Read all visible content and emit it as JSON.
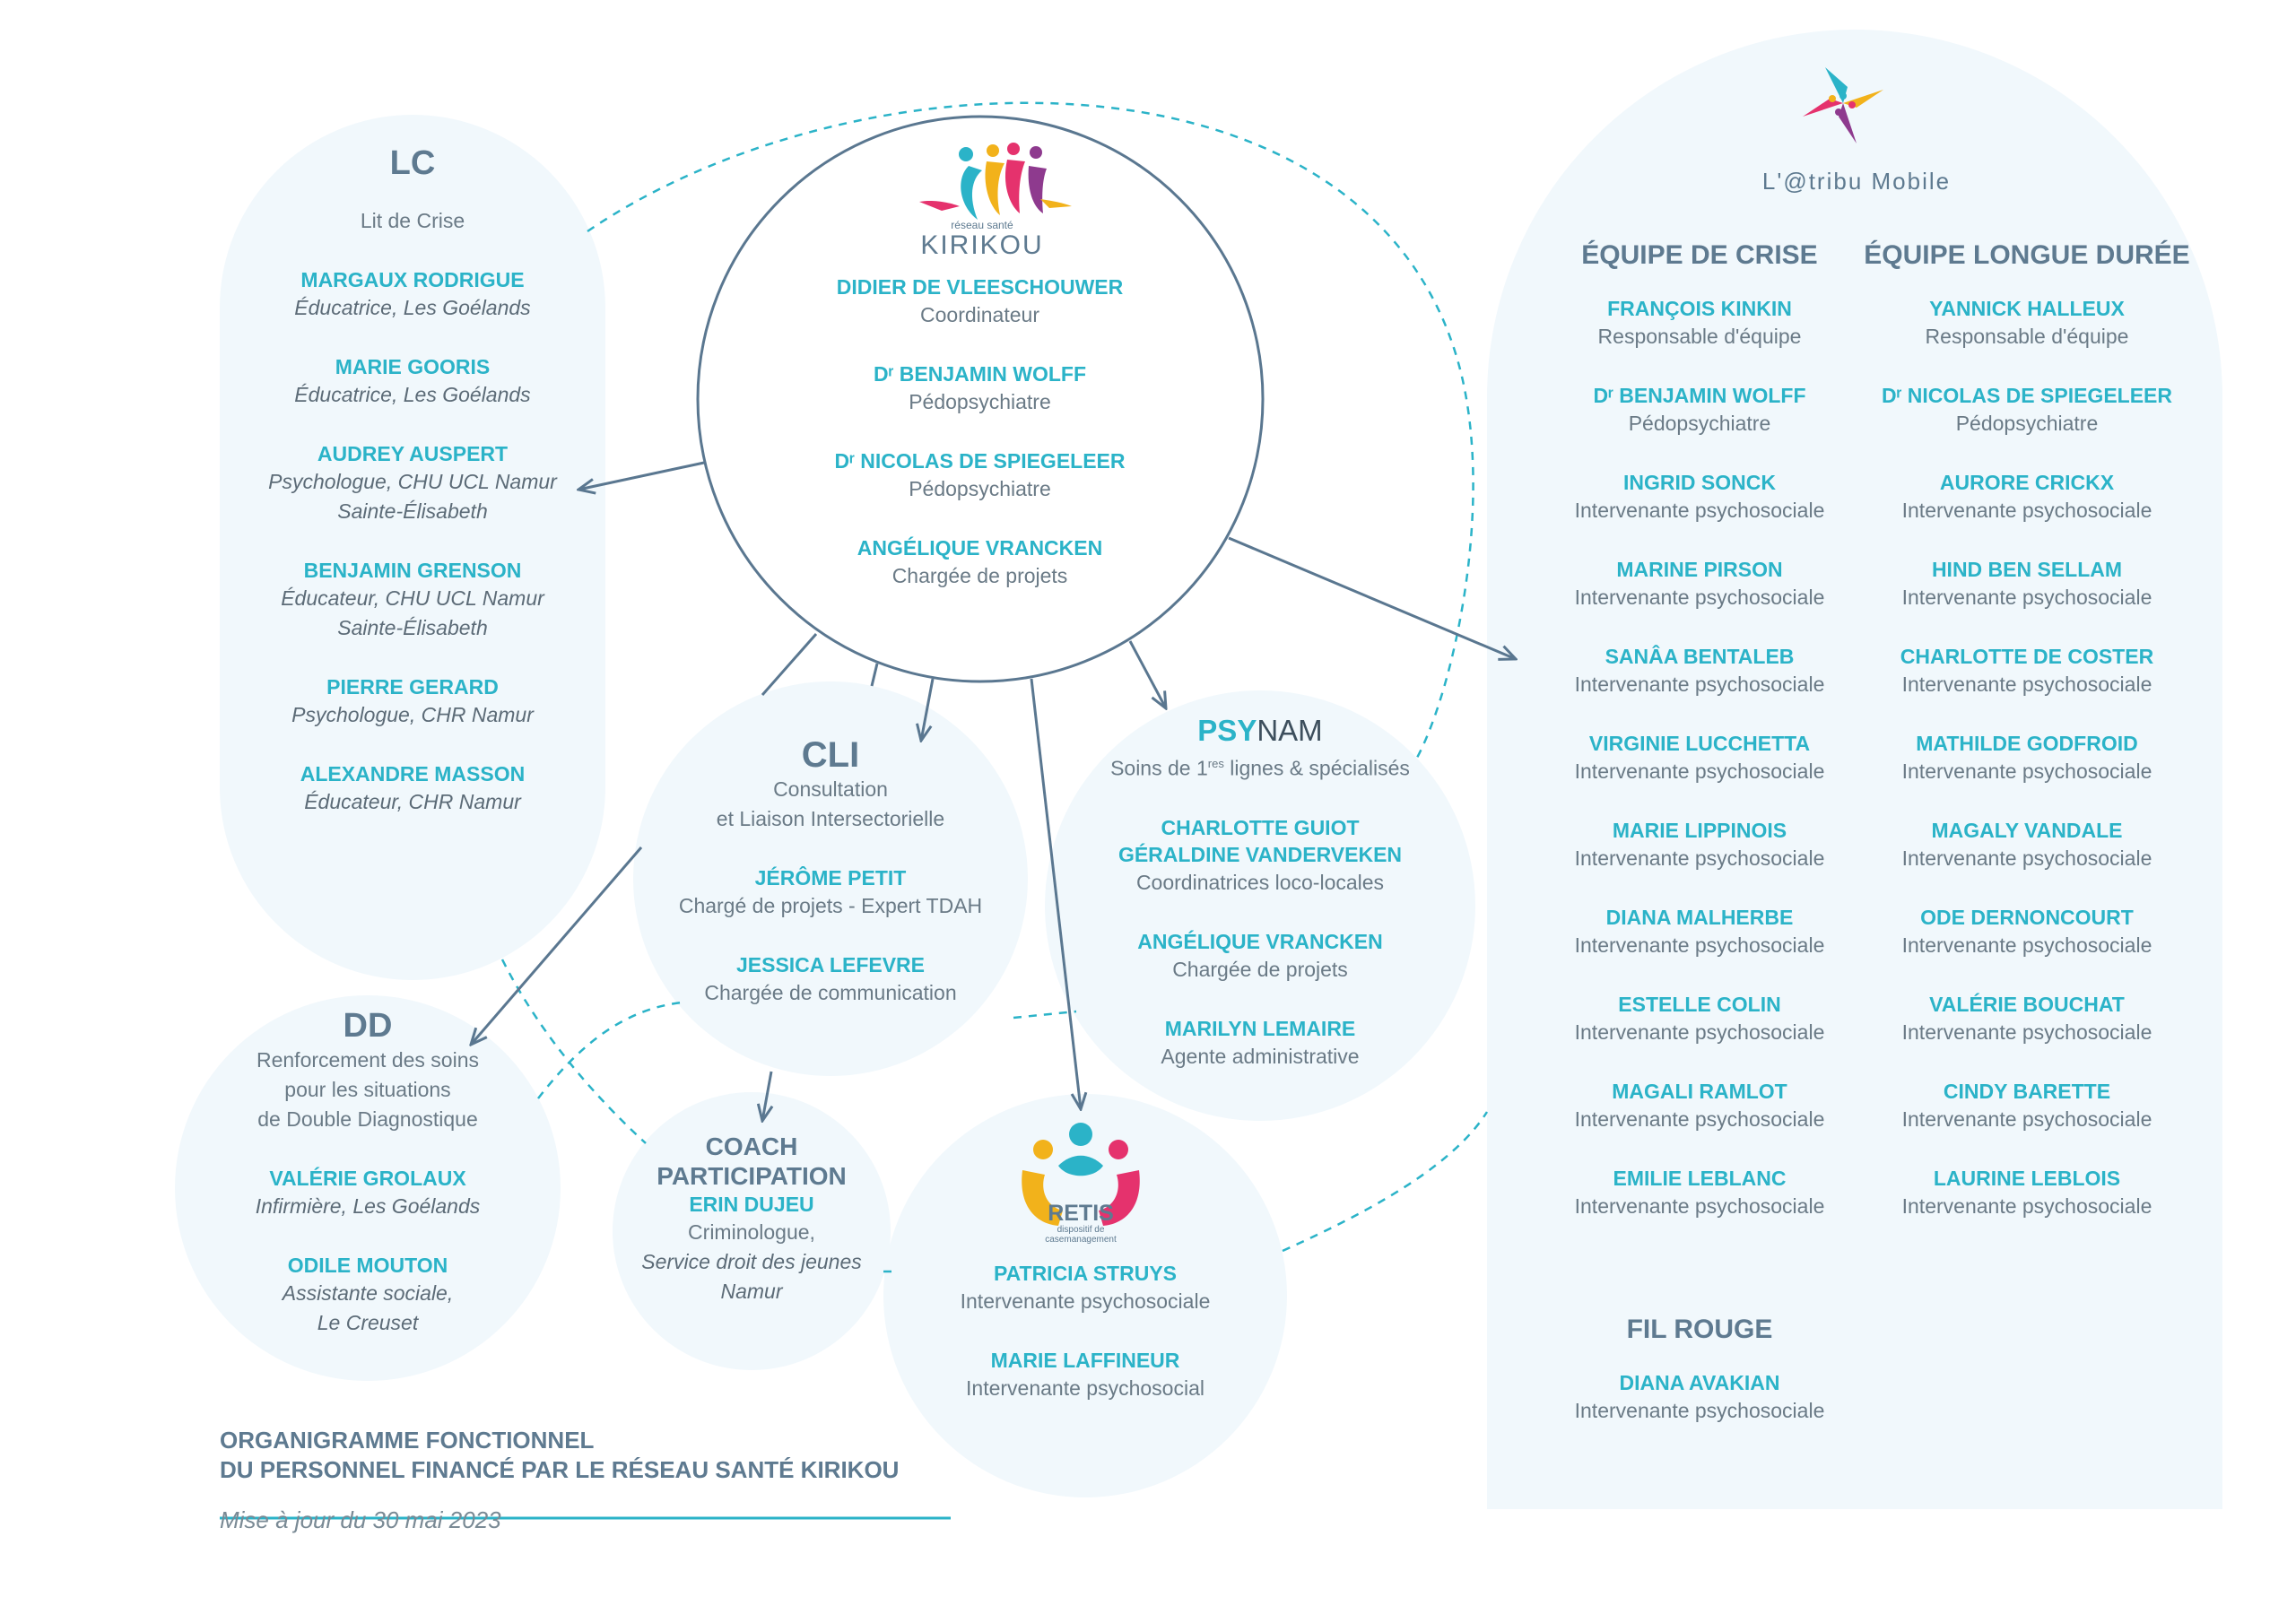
{
  "kirikou": {
    "logo_small": "réseau santé",
    "logo_name": "KIRIKOU",
    "members": [
      {
        "name": "DIDIER DE VLEESCHOUWER",
        "role": "Coordinateur"
      },
      {
        "name": "Dʳ BENJAMIN WOLFF",
        "role": "Pédopsychiatre"
      },
      {
        "name": "Dʳ NICOLAS DE SPIEGELEER",
        "role": "Pédopsychiatre"
      },
      {
        "name": "ANGÉLIQUE VRANCKEN",
        "role": "Chargée de projets"
      }
    ]
  },
  "lc": {
    "title": "LC",
    "subtitle": "Lit de Crise",
    "members": [
      {
        "name": "MARGAUX RODRIGUE",
        "role": "Éducatrice, Les Goélands"
      },
      {
        "name": "MARIE GOORIS",
        "role": "Éducatrice, Les Goélands"
      },
      {
        "name": "AUDREY AUSPERT",
        "role": "Psychologue, CHU UCL Namur",
        "role2": "Sainte-Élisabeth"
      },
      {
        "name": "BENJAMIN GRENSON",
        "role": "Éducateur, CHU UCL Namur",
        "role2": "Sainte-Élisabeth"
      },
      {
        "name": "PIERRE GERARD",
        "role": "Psychologue, CHR Namur"
      },
      {
        "name": "ALEXANDRE MASSON",
        "role": "Éducateur, CHR Namur"
      }
    ]
  },
  "cli": {
    "title": "CLI",
    "subtitle1": "Consultation",
    "subtitle2": "et Liaison Intersectorielle",
    "members": [
      {
        "name": "JÉRÔME PETIT",
        "role": "Chargé de projets - Expert TDAH"
      },
      {
        "name": "JESSICA LEFEVRE",
        "role": "Chargée de communication"
      }
    ]
  },
  "psynam": {
    "logo_a": "PSY",
    "logo_b": "NAM",
    "subtitle_a": "Soins de 1",
    "subtitle_sup": "res",
    "subtitle_b": " lignes & spécialisés",
    "names": [
      "CHARLOTTE GUIOT",
      "GÉRALDINE VANDERVEKEN"
    ],
    "role_group": "Coordinatrices loco-locales",
    "members": [
      {
        "name": "ANGÉLIQUE VRANCKEN",
        "role": "Chargée de projets"
      },
      {
        "name": "MARILYN LEMAIRE",
        "role": "Agente administrative"
      }
    ]
  },
  "dd": {
    "title": "DD",
    "subtitle": [
      "Renforcement des soins",
      "pour les situations",
      "de Double Diagnostique"
    ],
    "members": [
      {
        "name": "VALÉRIE GROLAUX",
        "role": "Infirmière, Les Goélands"
      },
      {
        "name": "ODILE MOUTON",
        "role": "Assistante sociale,",
        "role2": "Le Creuset"
      }
    ]
  },
  "coach": {
    "title1": "COACH",
    "title2": "PARTICIPATION",
    "name": "ERIN DUJEU",
    "role1": "Criminologue,",
    "role2": "Service droit des jeunes",
    "role3": "Namur"
  },
  "retis": {
    "logo_name": "RETIS",
    "logo_small1": "dispositif de",
    "logo_small2": "casemanagement",
    "members": [
      {
        "name": "PATRICIA STRUYS",
        "role": "Intervenante psychosociale"
      },
      {
        "name": "MARIE LAFFINEUR",
        "role": "Intervenante psychosocial"
      }
    ]
  },
  "atribu": {
    "logo_text": "L'@tribu Mobile",
    "crise": {
      "title": "ÉQUIPE DE CRISE",
      "members": [
        {
          "name": "FRANÇOIS KINKIN",
          "role": "Responsable d'équipe"
        },
        {
          "name": "Dʳ BENJAMIN WOLFF",
          "role": "Pédopsychiatre"
        },
        {
          "name": "INGRID SONCK",
          "role": "Intervenante psychosociale"
        },
        {
          "name": "MARINE PIRSON",
          "role": "Intervenante psychosociale"
        },
        {
          "name": "SANÂA BENTALEB",
          "role": "Intervenante psychosociale"
        },
        {
          "name": "VIRGINIE LUCCHETTA",
          "role": "Intervenante psychosociale"
        },
        {
          "name": "MARIE LIPPINOIS",
          "role": "Intervenante psychosociale"
        },
        {
          "name": "DIANA MALHERBE",
          "role": "Intervenante psychosociale"
        },
        {
          "name": "ESTELLE COLIN",
          "role": "Intervenante psychosociale"
        },
        {
          "name": "MAGALI RAMLOT",
          "role": "Intervenante psychosociale"
        },
        {
          "name": "EMILIE LEBLANC",
          "role": "Intervenante psychosociale"
        }
      ]
    },
    "longue": {
      "title": "ÉQUIPE LONGUE DURÉE",
      "members": [
        {
          "name": "YANNICK HALLEUX",
          "role": "Responsable d'équipe"
        },
        {
          "name": "Dʳ NICOLAS DE SPIEGELEER",
          "role": "Pédopsychiatre"
        },
        {
          "name": "AURORE CRICKX",
          "role": "Intervenante psychosociale"
        },
        {
          "name": "HIND BEN SELLAM",
          "role": "Intervenante psychosociale"
        },
        {
          "name": "CHARLOTTE DE COSTER",
          "role": "Intervenante psychosociale"
        },
        {
          "name": "MATHILDE GODFROID",
          "role": "Intervenante psychosociale"
        },
        {
          "name": "MAGALY VANDALE",
          "role": "Intervenante psychosociale"
        },
        {
          "name": "ODE DERNONCOURT",
          "role": "Intervenante psychosociale"
        },
        {
          "name": "VALÉRIE BOUCHAT",
          "role": "Intervenante psychosociale"
        },
        {
          "name": "CINDY BARETTE",
          "role": "Intervenante psychosociale"
        },
        {
          "name": "LAURINE LEBLOIS",
          "role": "Intervenante psychosociale"
        }
      ]
    },
    "fil_rouge": {
      "title": "FIL ROUGE",
      "name": "DIANA AVAKIAN",
      "role": "Intervenante psychosociale"
    }
  },
  "footer": {
    "title1": "ORGANIGRAMME FONCTIONNEL",
    "title2": "DU PERSONNEL FINANCÉ PAR LE RÉSEAU SANTÉ KIRIKOU",
    "date": "Mise à jour du 30 mai 2023"
  },
  "colors": {
    "name": "#2bb3c8",
    "heading": "#5e7a90",
    "line": "#5a7790",
    "dashed": "#2bb3c8",
    "bubble": "#f1f8fc"
  }
}
